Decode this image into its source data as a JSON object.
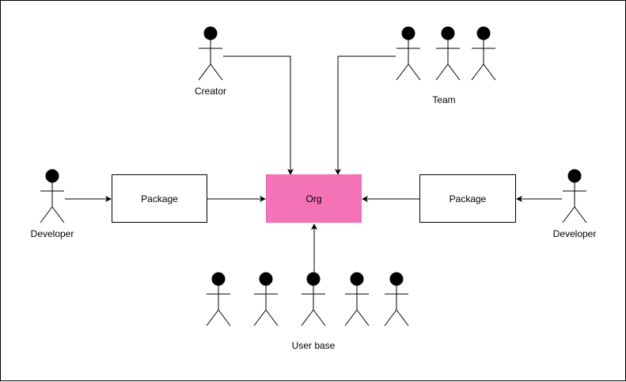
{
  "nodes": {
    "org": {
      "label": "Org",
      "fill": "#f472b6"
    },
    "package_left": {
      "label": "Package"
    },
    "package_right": {
      "label": "Package"
    }
  },
  "actors": {
    "creator": {
      "label": "Creator"
    },
    "team": {
      "label": "Team"
    },
    "developer_left": {
      "label": "Developer"
    },
    "developer_right": {
      "label": "Developer"
    },
    "user_base": {
      "label": "User base"
    }
  },
  "colors": {
    "stroke": "#000000",
    "org_fill": "#f472b6",
    "background": "#ffffff"
  }
}
